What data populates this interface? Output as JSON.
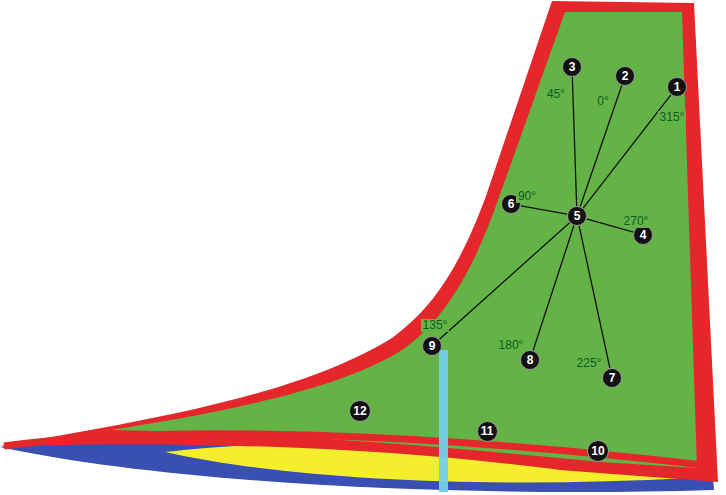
{
  "diagram": {
    "nodes": [
      {
        "text": [
          "1"
        ]
      },
      {
        "text": [
          "2"
        ]
      },
      {
        "text": [
          "3"
        ]
      },
      {
        "text": [
          "4"
        ]
      },
      {
        "text": [
          "5"
        ]
      },
      {
        "text": [
          "6"
        ]
      },
      {
        "text": [
          "7"
        ]
      },
      {
        "text": [
          "8"
        ]
      },
      {
        "text": [
          "9"
        ]
      },
      {
        "text": [
          "10"
        ]
      },
      {
        "text": [
          "11"
        ]
      },
      {
        "text": [
          "12"
        ]
      }
    ],
    "edges": [
      {
        "from": 4,
        "to": 0,
        "label": "315°",
        "arrow": "none"
      },
      {
        "from": 4,
        "to": 1,
        "label": "0°",
        "arrow": "none"
      },
      {
        "from": 4,
        "to": 2,
        "label": "45°",
        "arrow": "none"
      },
      {
        "from": 4,
        "to": 3,
        "label": "270°",
        "arrow": "none"
      },
      {
        "from": 4,
        "to": 5,
        "label": "90°",
        "arrow": "none"
      },
      {
        "from": 4,
        "to": 6,
        "label": "225°",
        "arrow": "none"
      },
      {
        "from": 4,
        "to": 7,
        "label": "180°",
        "arrow": "none"
      },
      {
        "from": 4,
        "to": 8,
        "label": "135°",
        "arrow": "none"
      }
    ]
  }
}
